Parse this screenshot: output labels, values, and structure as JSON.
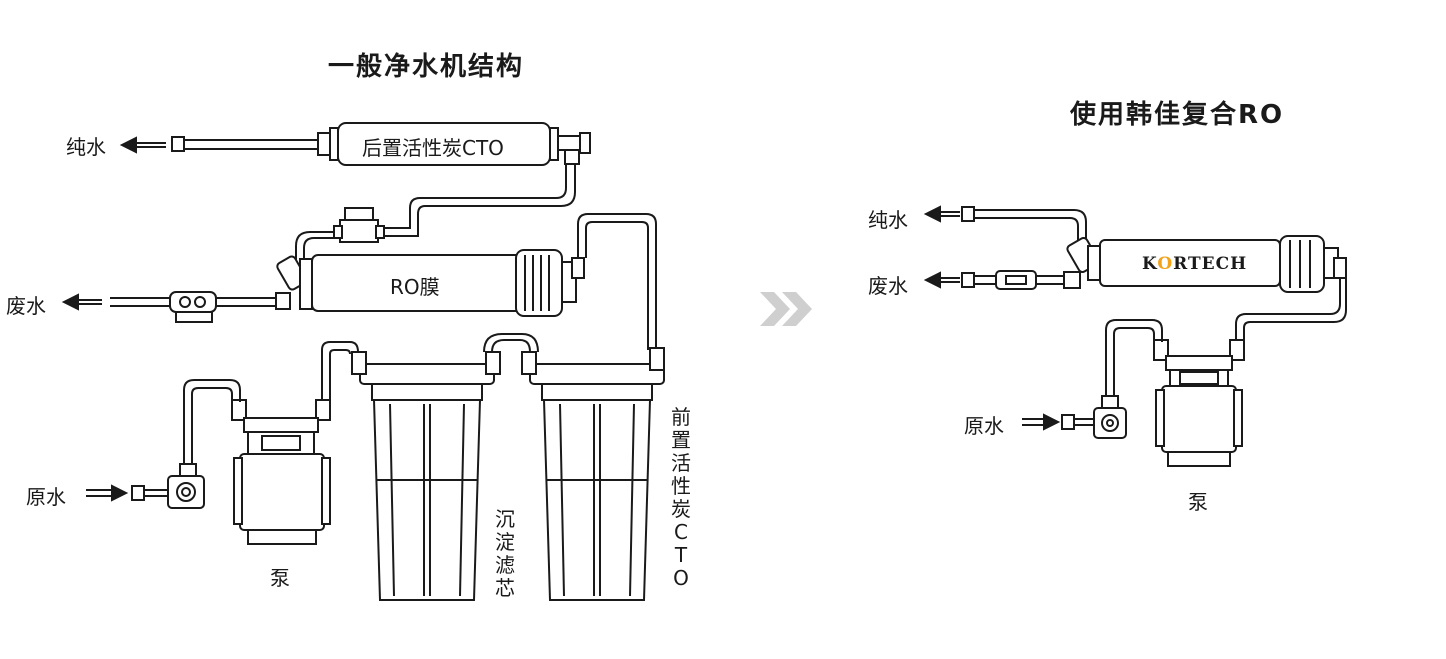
{
  "left": {
    "title": "一般净水机结构",
    "outlet_pure": "纯水",
    "outlet_waste": "废水",
    "inlet_raw": "原水",
    "pump": "泵",
    "post_carbon": "后置活性炭CTO",
    "ro_membrane": "RO膜",
    "sediment": "沉淀滤芯",
    "pre_carbon": "前置活性炭CTO"
  },
  "arrow": "»",
  "right": {
    "title": "使用韩佳复合RO",
    "outlet_pure": "纯水",
    "outlet_waste": "废水",
    "inlet_raw": "原水",
    "pump": "泵",
    "brand_prefix": "K",
    "brand_o": "O",
    "brand_suffix": "RTECH"
  },
  "colors": {
    "line": "#1a1a1a",
    "brand_accent": "#f2a319"
  }
}
